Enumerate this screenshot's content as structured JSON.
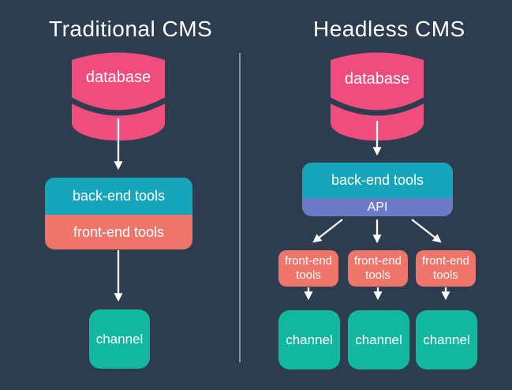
{
  "colors": {
    "background": "#2b3d4f",
    "database_pink": "#ee4d7d",
    "backend_teal": "#17a5bc",
    "frontend_salmon": "#ef746a",
    "api_purple": "#6b7ac7",
    "channel_green": "#11b89f",
    "divider_gray": "#9aa9b4",
    "arrow_white": "#ffffff",
    "text_white": "#ffffff"
  },
  "left_panel": {
    "title": "Traditional CMS",
    "database": "database",
    "backend": "back-end tools",
    "frontend": "front-end tools",
    "channel": "channel"
  },
  "right_panel": {
    "title": "Headless CMS",
    "database": "database",
    "backend": "back-end tools",
    "api": "API",
    "frontend_tools": [
      "front-end tools",
      "front-end tools",
      "front-end tools"
    ],
    "channels": [
      "channel",
      "channel",
      "channel"
    ]
  }
}
